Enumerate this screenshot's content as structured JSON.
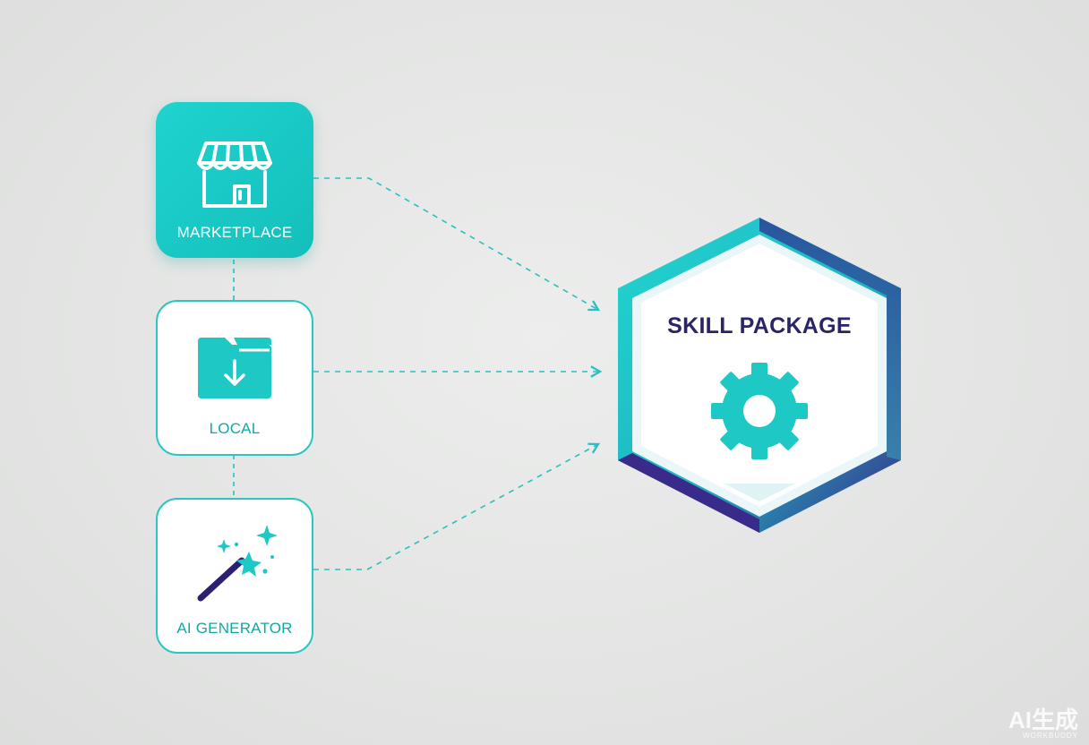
{
  "diagram": {
    "sources": [
      {
        "id": "marketplace",
        "label": "MARKETPLACE",
        "icon": "storefront-icon",
        "style": "filled"
      },
      {
        "id": "local",
        "label": "LOCAL",
        "icon": "folder-download-icon",
        "style": "outlined"
      },
      {
        "id": "ai_generator",
        "label": "AI GENERATOR",
        "icon": "magic-wand-icon",
        "style": "outlined"
      }
    ],
    "target": {
      "label": "SKILL PACKAGE",
      "icon": "gear-icon"
    }
  },
  "watermark": {
    "main": "AI生成",
    "sub": "WORKBUDDY"
  },
  "colors": {
    "teal": "#1fc9c5",
    "teal_dark": "#14b3b0",
    "indigo": "#3a2a8a",
    "navy_text": "#2a2566",
    "background": "#e4e5e4"
  }
}
